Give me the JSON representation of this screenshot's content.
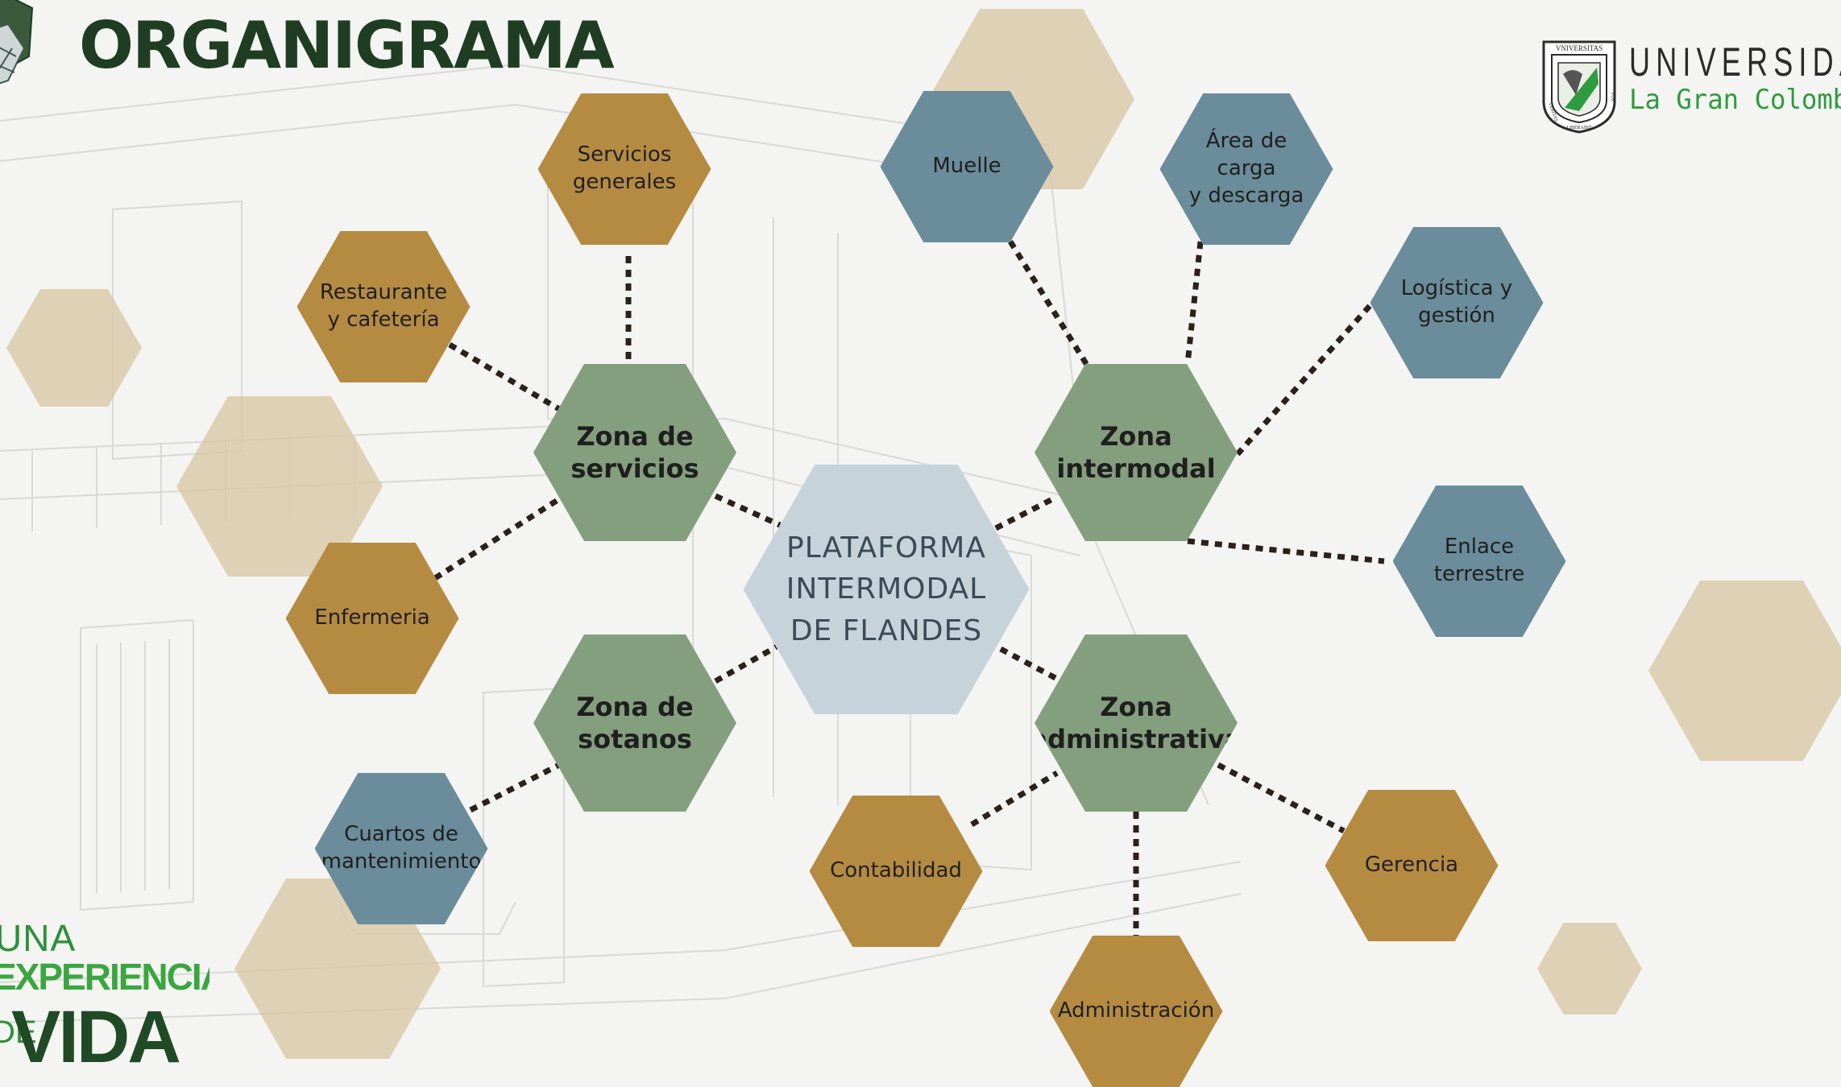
{
  "title": "ORGANIGRAMA",
  "university": {
    "name": "UNIVERSIDAD",
    "subtitle": "La Gran Colombia",
    "shield_text": [
      "VNIVERSITAS",
      "VERITAS",
      "LIBERABIT",
      "VOS"
    ]
  },
  "slogan": {
    "line1": "UNA",
    "line2": "EXPERIENCIA",
    "de": "DE",
    "line3": "VIDA"
  },
  "colors": {
    "zone_green": "#849f7e",
    "center_blue": "#c6d3db",
    "sub_gold": "#b58b42",
    "sub_blue": "#6b8c9a",
    "deco_tan": "#d8c6a0",
    "title_green": "#1e3d22",
    "connector": "#2b211b"
  },
  "center": {
    "label": "PLATAFORMA\nINTERMODAL\nDE FLANDES"
  },
  "zones": [
    {
      "id": "servicios",
      "label": "Zona de\nservicios"
    },
    {
      "id": "intermodal",
      "label": "Zona\nintermodal"
    },
    {
      "id": "sotanos",
      "label": "Zona de\nsotanos"
    },
    {
      "id": "administrativa",
      "label": "Zona\nadministrativa"
    }
  ],
  "units": [
    {
      "zone": "servicios",
      "label": "Servicios\ngenerales",
      "color": "gold"
    },
    {
      "zone": "servicios",
      "label": "Restaurante\ny cafetería",
      "color": "gold"
    },
    {
      "zone": "servicios",
      "label": "Enfermeria",
      "color": "gold"
    },
    {
      "zone": "sotanos",
      "label": "Cuartos de\nmantenimiento",
      "color": "blue"
    },
    {
      "zone": "intermodal",
      "label": "Muelle",
      "color": "blue"
    },
    {
      "zone": "intermodal",
      "label": "Área de carga\ny descarga",
      "color": "blue"
    },
    {
      "zone": "intermodal",
      "label": "Logística y\ngestión",
      "color": "blue"
    },
    {
      "zone": "intermodal",
      "label": "Enlace\nterrestre",
      "color": "blue"
    },
    {
      "zone": "administrativa",
      "label": "Contabilidad",
      "color": "gold"
    },
    {
      "zone": "administrativa",
      "label": "Gerencia",
      "color": "gold"
    },
    {
      "zone": "administrativa",
      "label": "Administración",
      "color": "gold"
    }
  ]
}
